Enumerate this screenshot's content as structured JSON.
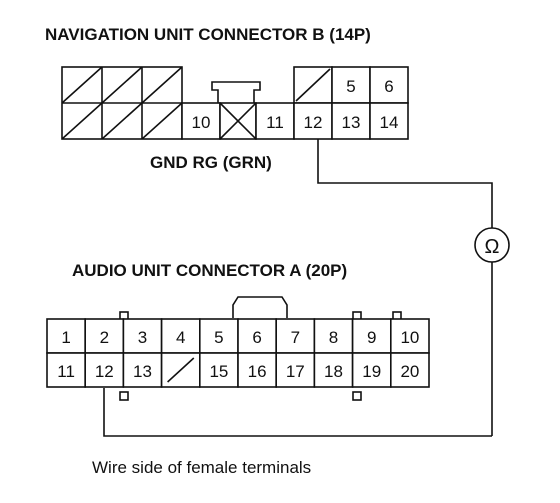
{
  "nav_title": "NAVIGATION UNIT CONNECTOR B (14P)",
  "wire_label": "GND RG (GRN)",
  "meter_symbol": "Ω",
  "audio_title": "AUDIO UNIT CONNECTOR A (20P)",
  "caption": "Wire side of female terminals",
  "nav_connector": {
    "top_row": [
      "",
      "",
      "",
      "",
      "",
      "",
      "",
      "",
      "",
      "5",
      "6"
    ],
    "bottom_row": [
      "",
      "",
      "",
      "10",
      "",
      "11",
      "12",
      "13",
      "14"
    ]
  },
  "audio_connector": {
    "top_row": [
      "1",
      "2",
      "3",
      "4",
      "5",
      "6",
      "7",
      "8",
      "9",
      "10"
    ],
    "bottom_row": [
      "11",
      "12",
      "13",
      "",
      "15",
      "16",
      "17",
      "18",
      "19",
      "20"
    ]
  }
}
